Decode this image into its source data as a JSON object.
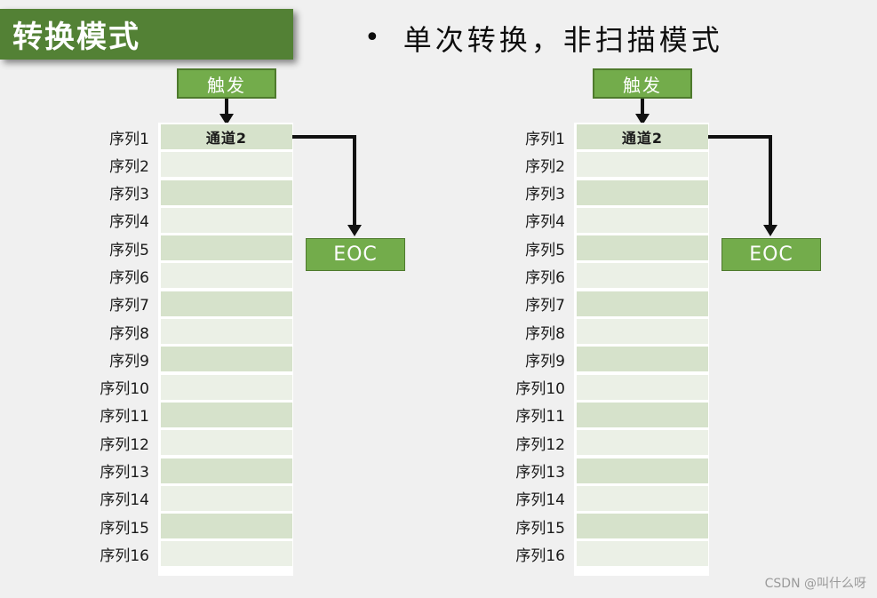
{
  "title_banner": {
    "text": "转换模式"
  },
  "bullet": {
    "marker": "•",
    "text": "单次转换，非扫描模式"
  },
  "diagrams": [
    {
      "trigger_label": "触发",
      "eoc_label": "EOC",
      "rows": [
        {
          "label": "序列1",
          "value": "通道2"
        },
        {
          "label": "序列2",
          "value": ""
        },
        {
          "label": "序列3",
          "value": ""
        },
        {
          "label": "序列4",
          "value": ""
        },
        {
          "label": "序列5",
          "value": ""
        },
        {
          "label": "序列6",
          "value": ""
        },
        {
          "label": "序列7",
          "value": ""
        },
        {
          "label": "序列8",
          "value": ""
        },
        {
          "label": "序列9",
          "value": ""
        },
        {
          "label": "序列10",
          "value": ""
        },
        {
          "label": "序列11",
          "value": ""
        },
        {
          "label": "序列12",
          "value": ""
        },
        {
          "label": "序列13",
          "value": ""
        },
        {
          "label": "序列14",
          "value": ""
        },
        {
          "label": "序列15",
          "value": ""
        },
        {
          "label": "序列16",
          "value": ""
        }
      ]
    },
    {
      "trigger_label": "触发",
      "eoc_label": "EOC",
      "rows": [
        {
          "label": "序列1",
          "value": "通道2"
        },
        {
          "label": "序列2",
          "value": ""
        },
        {
          "label": "序列3",
          "value": ""
        },
        {
          "label": "序列4",
          "value": ""
        },
        {
          "label": "序列5",
          "value": ""
        },
        {
          "label": "序列6",
          "value": ""
        },
        {
          "label": "序列7",
          "value": ""
        },
        {
          "label": "序列8",
          "value": ""
        },
        {
          "label": "序列9",
          "value": ""
        },
        {
          "label": "序列10",
          "value": ""
        },
        {
          "label": "序列11",
          "value": ""
        },
        {
          "label": "序列12",
          "value": ""
        },
        {
          "label": "序列13",
          "value": ""
        },
        {
          "label": "序列14",
          "value": ""
        },
        {
          "label": "序列15",
          "value": ""
        },
        {
          "label": "序列16",
          "value": ""
        }
      ]
    }
  ],
  "watermark": {
    "text": "CSDN @叫什么呀"
  },
  "colors": {
    "background": "#F0F0F0",
    "banner_green": "#538135",
    "button_green": "#73AC4B",
    "button_border": "#4E7A2D",
    "row_odd": "#D6E2CB",
    "row_even": "#EBF0E6",
    "arrow_black": "#111111",
    "watermark_gray": "#9A9A9A"
  }
}
